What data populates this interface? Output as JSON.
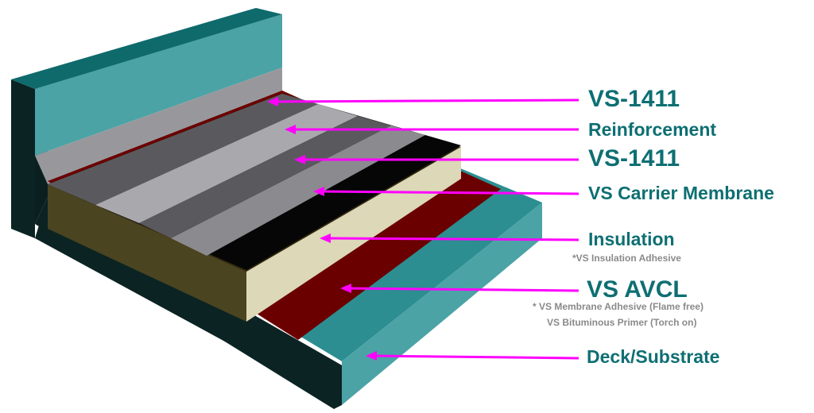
{
  "colors": {
    "label_text": "#0e6f72",
    "arrow": "#ff00ff",
    "note_text": "#8a8a8a",
    "wall_face": "#4ba3a6",
    "wall_dark": "#0f6a6c",
    "base_dark": "#0b2323",
    "deck_top": "#2c8e91",
    "avcl": "#6b0000",
    "insulation_face": "#ddd8b7",
    "insulation_side": "#4a4420",
    "carrier_membrane": "#060606",
    "membrane_dark": "#5a5a5e",
    "membrane_mid": "#8b8b8f",
    "membrane_light": "#a9a9ad",
    "upstand_grey": "#98989c"
  },
  "layers": [
    {
      "id": "top-coat",
      "label": "VS-1411",
      "size": "big"
    },
    {
      "id": "reinforcement",
      "label": "Reinforcement",
      "size": "mid"
    },
    {
      "id": "base-coat",
      "label": "VS-1411",
      "size": "big"
    },
    {
      "id": "carrier-membrane",
      "label": "VS Carrier Membrane",
      "size": "mid"
    },
    {
      "id": "insulation",
      "label": "Insulation",
      "size": "mid",
      "notes": [
        "*VS Insulation Adhesive"
      ]
    },
    {
      "id": "avcl",
      "label": "VS AVCL",
      "size": "big",
      "notes": [
        "* VS Membrane Adhesive (Flame free)",
        "VS Bituminous Primer (Torch on)"
      ]
    },
    {
      "id": "deck",
      "label": "Deck/Substrate",
      "size": "mid"
    }
  ]
}
